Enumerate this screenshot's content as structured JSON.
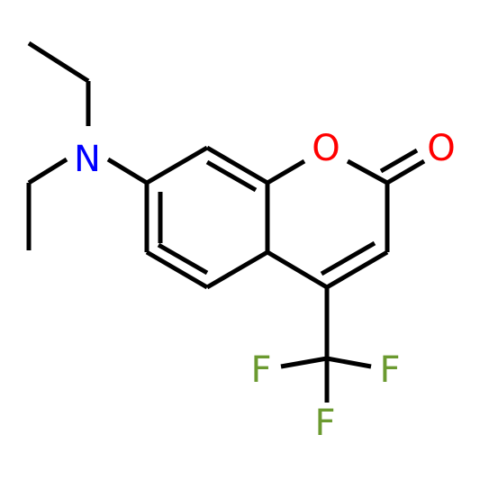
{
  "structure": {
    "atoms": {
      "n": {
        "symbol": "N",
        "color": "#0000ff"
      },
      "o_ring": {
        "symbol": "O",
        "color": "#ff0000"
      },
      "o_carbonyl": {
        "symbol": "O",
        "color": "#ff0000"
      },
      "f1": {
        "symbol": "F",
        "color": "#6b9a30"
      },
      "f2": {
        "symbol": "F",
        "color": "#6b9a30"
      },
      "f3": {
        "symbol": "F",
        "color": "#6b9a30"
      }
    },
    "bond_color": "#000000"
  }
}
